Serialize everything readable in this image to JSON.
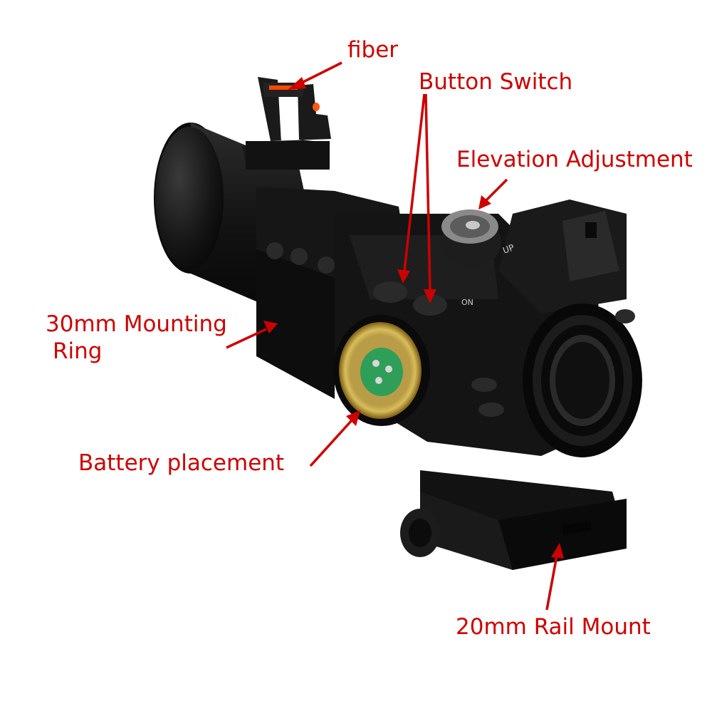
{
  "callouts": {
    "fiber": "fiber",
    "button_switch": "Button Switch",
    "elevation_adjustment": "Elevation Adjustment",
    "mounting_ring_line1": "30mm Mounting",
    "mounting_ring_line2": "Ring",
    "battery_placement": "Battery placement",
    "rail_mount": "20mm Rail Mount"
  },
  "device_markings": {
    "up": "UP",
    "on": "ON"
  },
  "colors": {
    "callout_text": "#cc0000",
    "scope_body": "#141414",
    "fiber": "#ff4a00",
    "brass": "#b8962e",
    "battery_contact": "#2e9e58"
  }
}
